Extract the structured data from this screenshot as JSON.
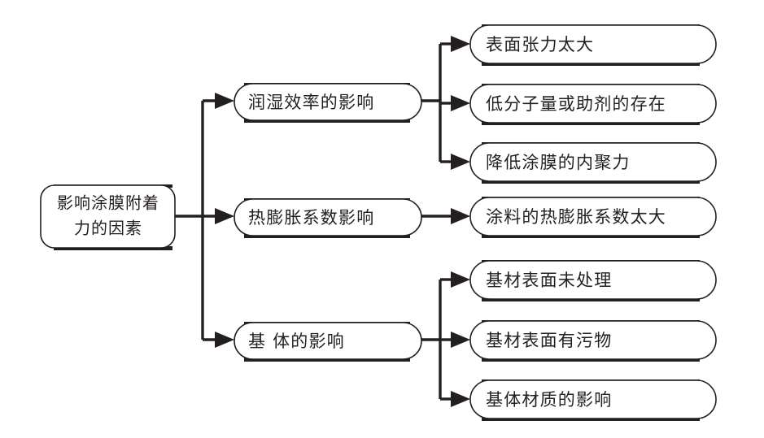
{
  "diagram": {
    "type": "tree",
    "title_text": "影响涂膜附着力的因素",
    "orientation": "left-to-right",
    "colors": {
      "ink": "#231f20",
      "node_fill": "#ffffff",
      "background": "#ffffff"
    },
    "root": {
      "id": "root",
      "line1": "影响涂膜附着",
      "line2": "力的因素"
    },
    "branches": [
      {
        "id": "branch-wetting",
        "label": "润湿效率的影响",
        "children": [
          {
            "id": "leaf-surface-tension",
            "label": "表面张力太大"
          },
          {
            "id": "leaf-low-molecular",
            "label": "低分子量或助剂的存在"
          },
          {
            "id": "leaf-cohesion",
            "label": "降低涂膜的内聚力"
          }
        ]
      },
      {
        "id": "branch-thermal",
        "label": "热膨胀系数影响",
        "children": [
          {
            "id": "leaf-coating-expansion",
            "label": "涂料的热膨胀系数太大"
          }
        ]
      },
      {
        "id": "branch-substrate",
        "label": "基 体的影响",
        "children": [
          {
            "id": "leaf-untreated",
            "label": "基材表面未处理"
          },
          {
            "id": "leaf-contamination",
            "label": "基材表面有污物"
          },
          {
            "id": "leaf-material",
            "label": "基体材质的影响"
          }
        ]
      }
    ]
  }
}
